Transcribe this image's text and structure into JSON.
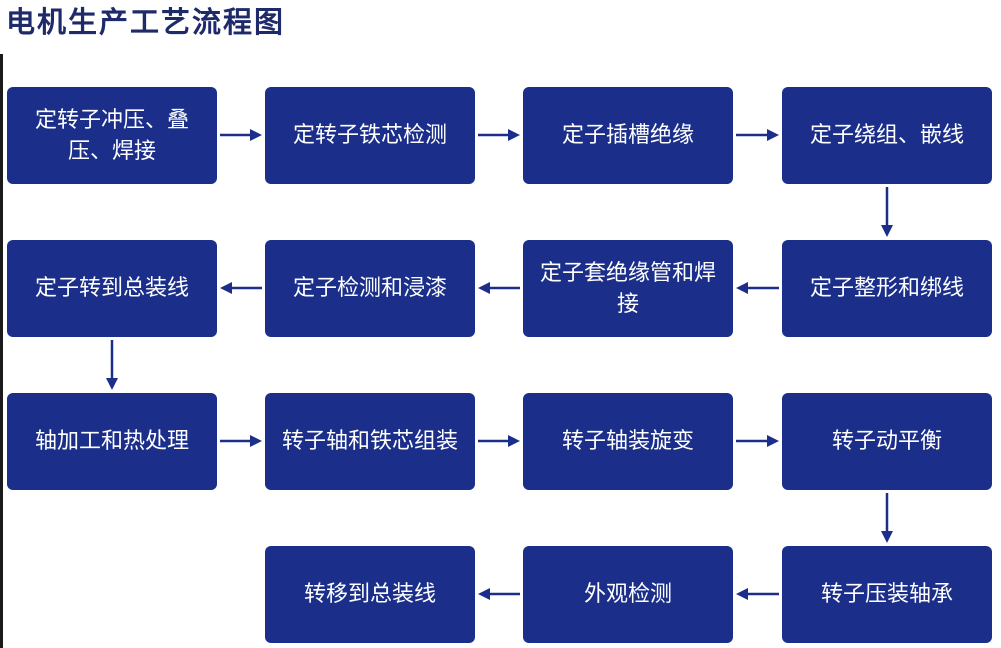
{
  "title": "电机生产工艺流程图",
  "colors": {
    "box": "#1b2f8a",
    "text": "#ffffff",
    "arrow": "#1b2f8a",
    "title": "#1f2a6b"
  },
  "steps": [
    "定转子冲压、叠压、焊接",
    "定转子铁芯检测",
    "定子插槽绝缘",
    "定子绕组、嵌线",
    "定子整形和绑线",
    "定子套绝缘管和焊接",
    "定子检测和浸漆",
    "定子转到总装线",
    "轴加工和热处理",
    "转子轴和铁芯组装",
    "转子轴装旋变",
    "转子动平衡",
    "转子压装轴承",
    "外观检测",
    "转移到总装线"
  ]
}
